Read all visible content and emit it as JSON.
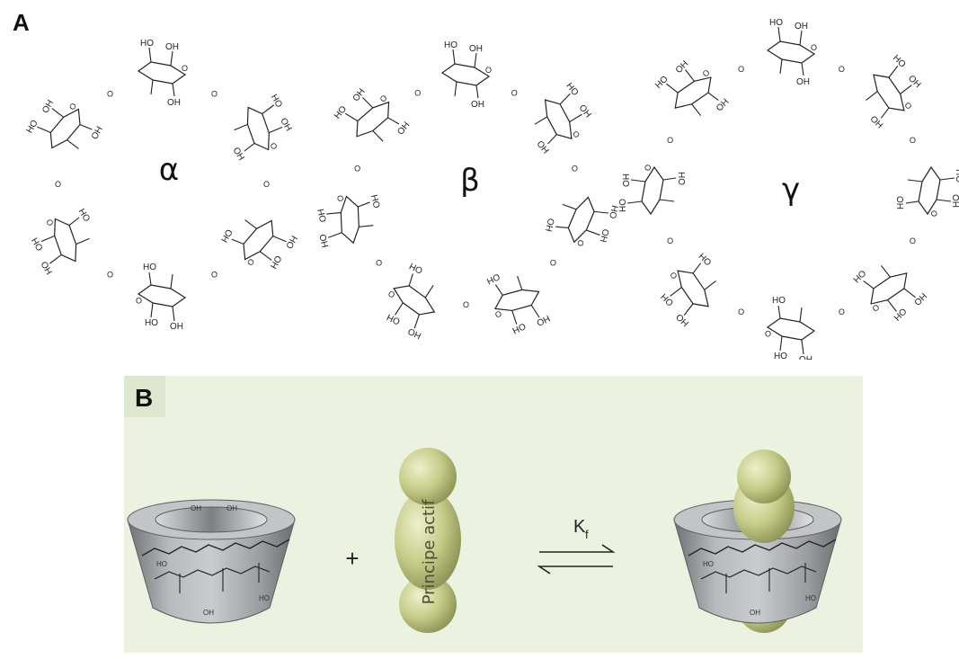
{
  "panel_a": {
    "label": "A",
    "rings": [
      {
        "id": "alpha",
        "symbol": "α",
        "units": 6
      },
      {
        "id": "beta",
        "symbol": "β",
        "units": 7
      },
      {
        "id": "gamma",
        "symbol": "γ",
        "units": 8
      }
    ],
    "hydroxyl_label": "OH",
    "hydroxyl_label_alt": "HO",
    "oxygen_label": "O"
  },
  "panel_b": {
    "label": "B",
    "plus_sign": "+",
    "drug_label": "Principe actif",
    "equilibrium_symbol": "K",
    "equilibrium_subscript": "f",
    "colors": {
      "background": "#ebf3e0",
      "cyclodextrin": "#9ea1a3",
      "drug": "#c9cf8c"
    }
  }
}
